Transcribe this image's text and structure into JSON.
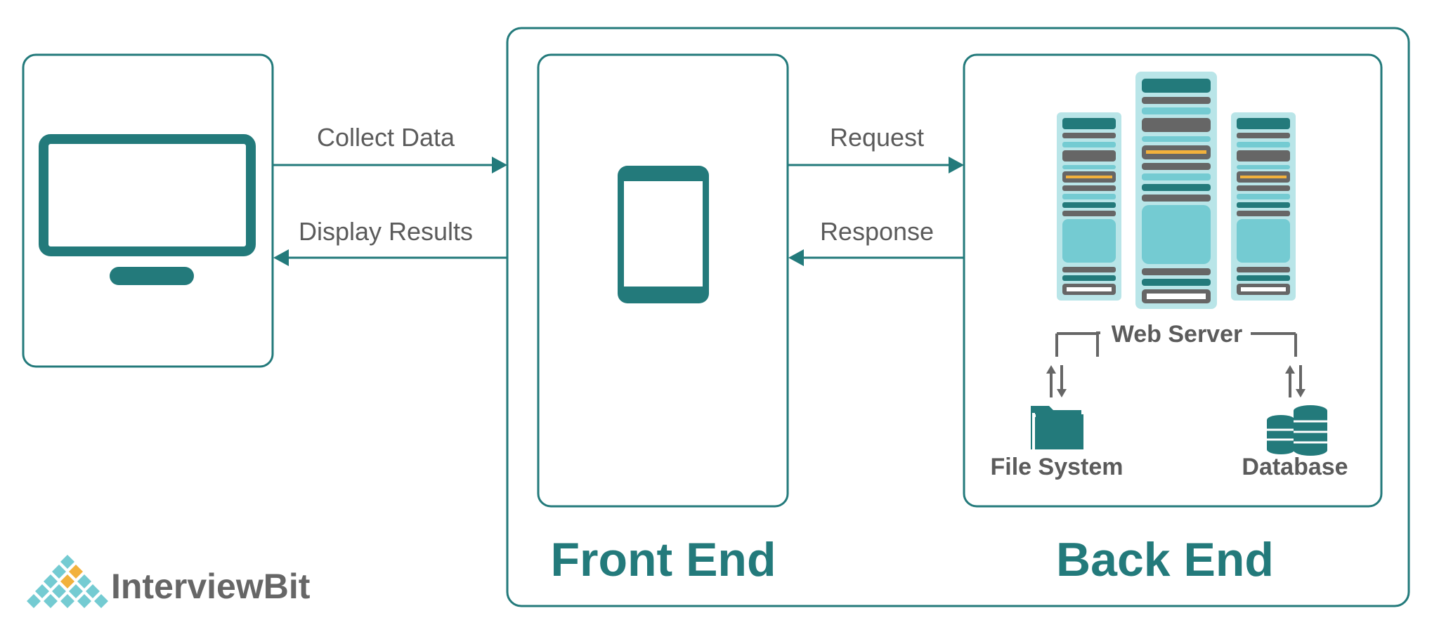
{
  "labels": {
    "collect_data": "Collect Data",
    "display_results": "Display Results",
    "request": "Request",
    "response": "Response",
    "web_server": "Web Server",
    "file_system": "File System",
    "database": "Database",
    "front_end": "Front End",
    "back_end": "Back End"
  },
  "logo": {
    "text": "InterviewBit"
  },
  "colors": {
    "primary": "#237a7b",
    "light_teal": "#74cbd2",
    "pale_teal": "#b9e5e8",
    "text_gray": "#5b5b5b",
    "accent_gold": "#f2b13c"
  },
  "icons": {
    "client": "monitor-icon",
    "front_end": "tablet-icon",
    "servers": "server-rack-icon",
    "file_system": "folder-icon",
    "database": "database-icon"
  }
}
